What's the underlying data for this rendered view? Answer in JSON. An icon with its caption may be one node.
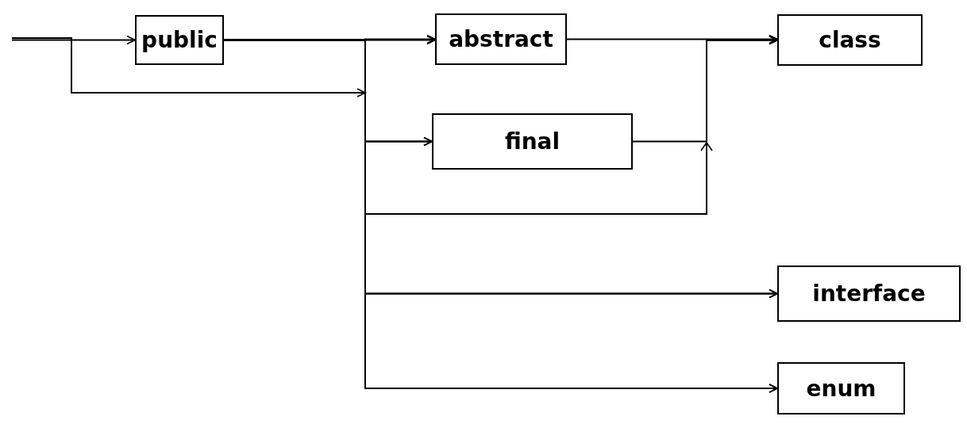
{
  "diagram": {
    "nodes": [
      {
        "text": [
          "public"
        ]
      },
      {
        "text": [
          "abstract"
        ]
      },
      {
        "text": [
          "final"
        ]
      },
      {
        "text": [
          "class"
        ]
      },
      {
        "text": [
          "interface"
        ]
      },
      {
        "text": [
          "enum"
        ]
      }
    ],
    "edges": [
      {
        "from": null,
        "to": 0,
        "arrow": "to"
      },
      {
        "from": 0,
        "to": 1,
        "arrow": "to"
      },
      {
        "from": 0,
        "to": 2,
        "arrow": "to"
      },
      {
        "from": 0,
        "to": 3,
        "arrow": "to"
      },
      {
        "from": 0,
        "to": 4,
        "arrow": "to"
      },
      {
        "from": 0,
        "to": 5,
        "arrow": "to"
      },
      {
        "from": null,
        "to": 1,
        "arrow": "to"
      },
      {
        "from": null,
        "to": 2,
        "arrow": "to"
      },
      {
        "from": null,
        "to": 3,
        "arrow": "to"
      },
      {
        "from": null,
        "to": 4,
        "arrow": "to"
      },
      {
        "from": null,
        "to": 5,
        "arrow": "to"
      },
      {
        "from": 1,
        "to": 3,
        "arrow": "to"
      },
      {
        "from": 2,
        "to": 3,
        "arrow": "to"
      }
    ]
  }
}
